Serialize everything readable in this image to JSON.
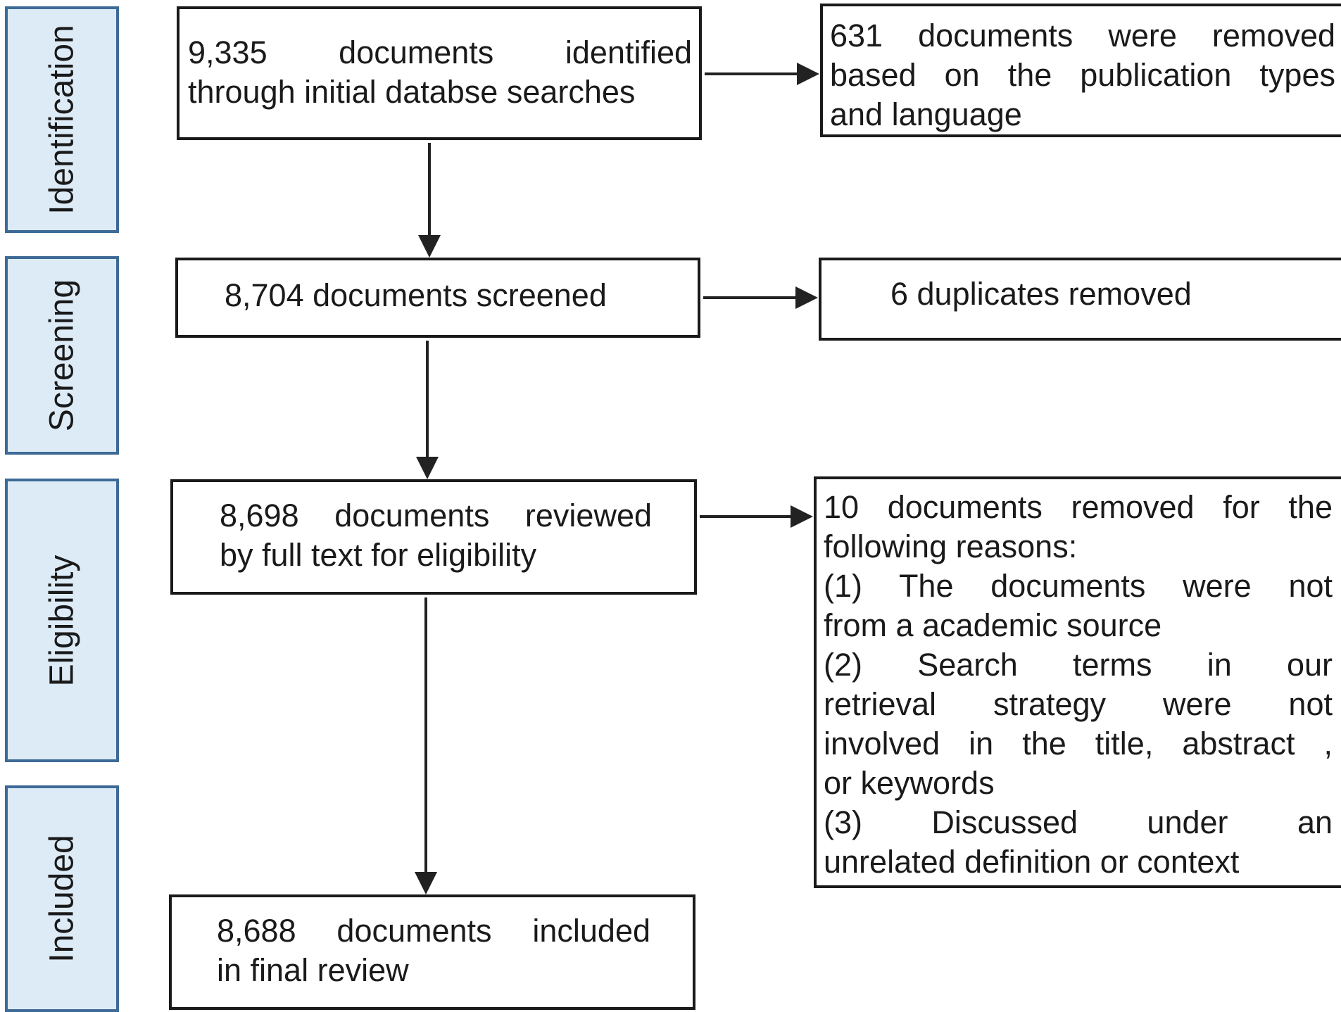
{
  "stages": {
    "identification": "Identification",
    "screening": "Screening",
    "eligibility": "Eligibility",
    "included": "Included"
  },
  "flow": {
    "identified": [
      "9,335 documents identified",
      "through initial databse searches"
    ],
    "screened": [
      "8,704 documents screened"
    ],
    "reviewed": [
      "8,698 documents reviewed",
      "by full text for eligibility"
    ],
    "included": [
      "8,688 documents included",
      "in final review"
    ]
  },
  "removed": {
    "publication": [
      "631 documents were removed",
      "based on the publication types",
      "and language"
    ],
    "duplicates": [
      "6 duplicates removed"
    ],
    "reasons": [
      "10 documents removed for the",
      "following reasons:",
      "(1) The documents were not",
      "from a academic source",
      "(2) Search terms in our",
      "retrieval strategy were not",
      "involved in the title, abstract ,",
      "or keywords",
      "(3) Discussed under an",
      "unrelated definition or context"
    ]
  },
  "colors": {
    "stage_fill": "#ddebf7",
    "stage_border": "#3d6a96",
    "box_border": "#1a1a1a",
    "arrow": "#222222"
  }
}
